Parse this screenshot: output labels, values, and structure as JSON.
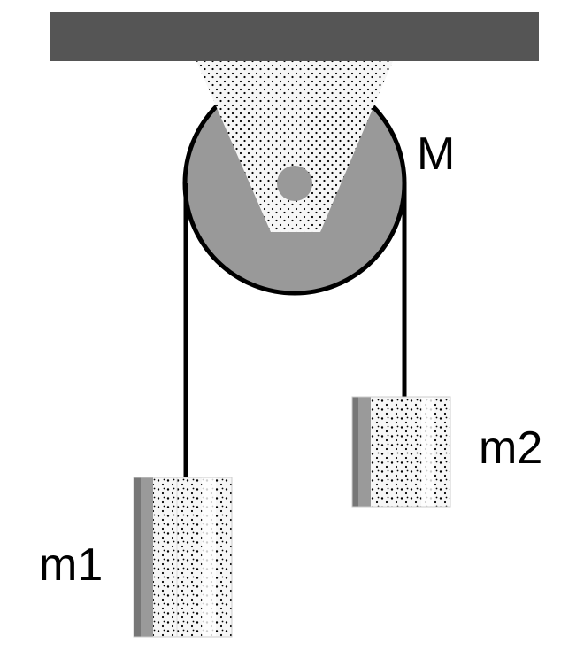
{
  "labels": {
    "pulley": "M",
    "left_mass": "m1",
    "right_mass": "m2"
  },
  "colors": {
    "ceiling": "#555555",
    "pulley": "#999999",
    "rope": "#000000",
    "speckle_background": "#f4f4f4",
    "block_stripe": "#8a8a8a"
  }
}
